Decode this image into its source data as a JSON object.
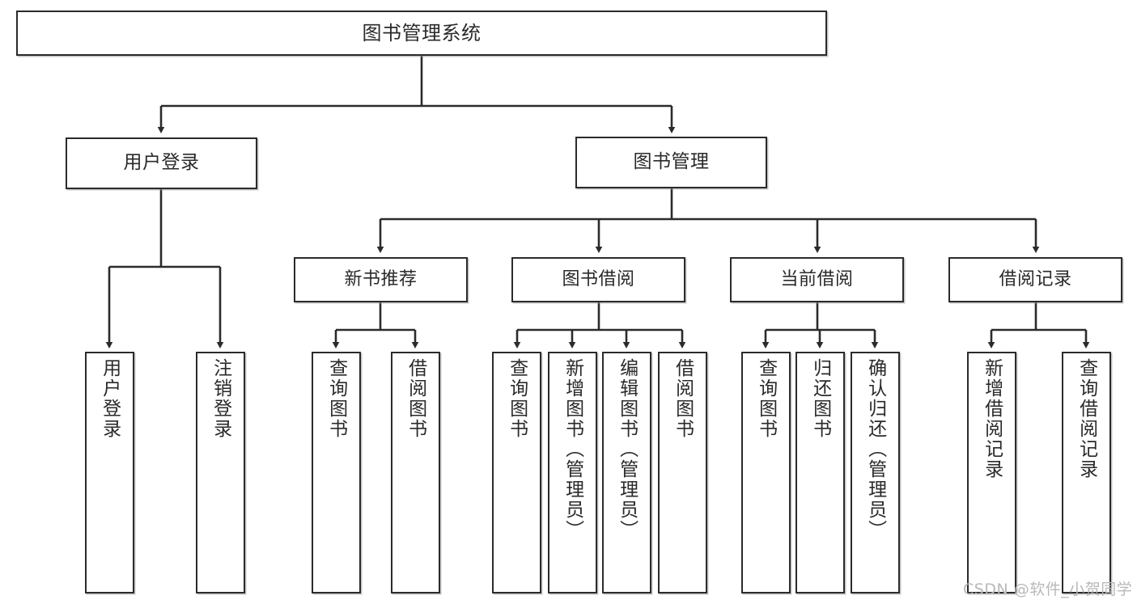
{
  "diagram": {
    "title_box": "图书管理系统",
    "watermark": "CSDN @软件_小贺同学",
    "line_color": "#2b2b2b",
    "text_color": "#2a2a2a",
    "background": "#ffffff",
    "type": "tree-hierarchy-functional-decomposition",
    "level1": [
      {
        "label": "用户登录"
      },
      {
        "label": "图书管理"
      }
    ],
    "level2": [
      {
        "label": "新书推荐"
      },
      {
        "label": "图书借阅"
      },
      {
        "label": "当前借阅"
      },
      {
        "label": "借阅记录"
      }
    ],
    "leaves": {
      "user_login": [
        {
          "label": "用户登录"
        },
        {
          "label": "注销登录"
        }
      ],
      "new_book_recommend": [
        {
          "label": "查询图书"
        },
        {
          "label": "借阅图书"
        }
      ],
      "book_borrow": [
        {
          "label": "查询图书"
        },
        {
          "label": "新增图书（管理员）"
        },
        {
          "label": "编辑图书（管理员）"
        },
        {
          "label": "借阅图书"
        }
      ],
      "current_borrow": [
        {
          "label": "查询图书"
        },
        {
          "label": "归还图书"
        },
        {
          "label": "确认归还（管理员）"
        }
      ],
      "borrow_records": [
        {
          "label": "新增借阅记录"
        },
        {
          "label": "查询借阅记录"
        }
      ]
    }
  }
}
